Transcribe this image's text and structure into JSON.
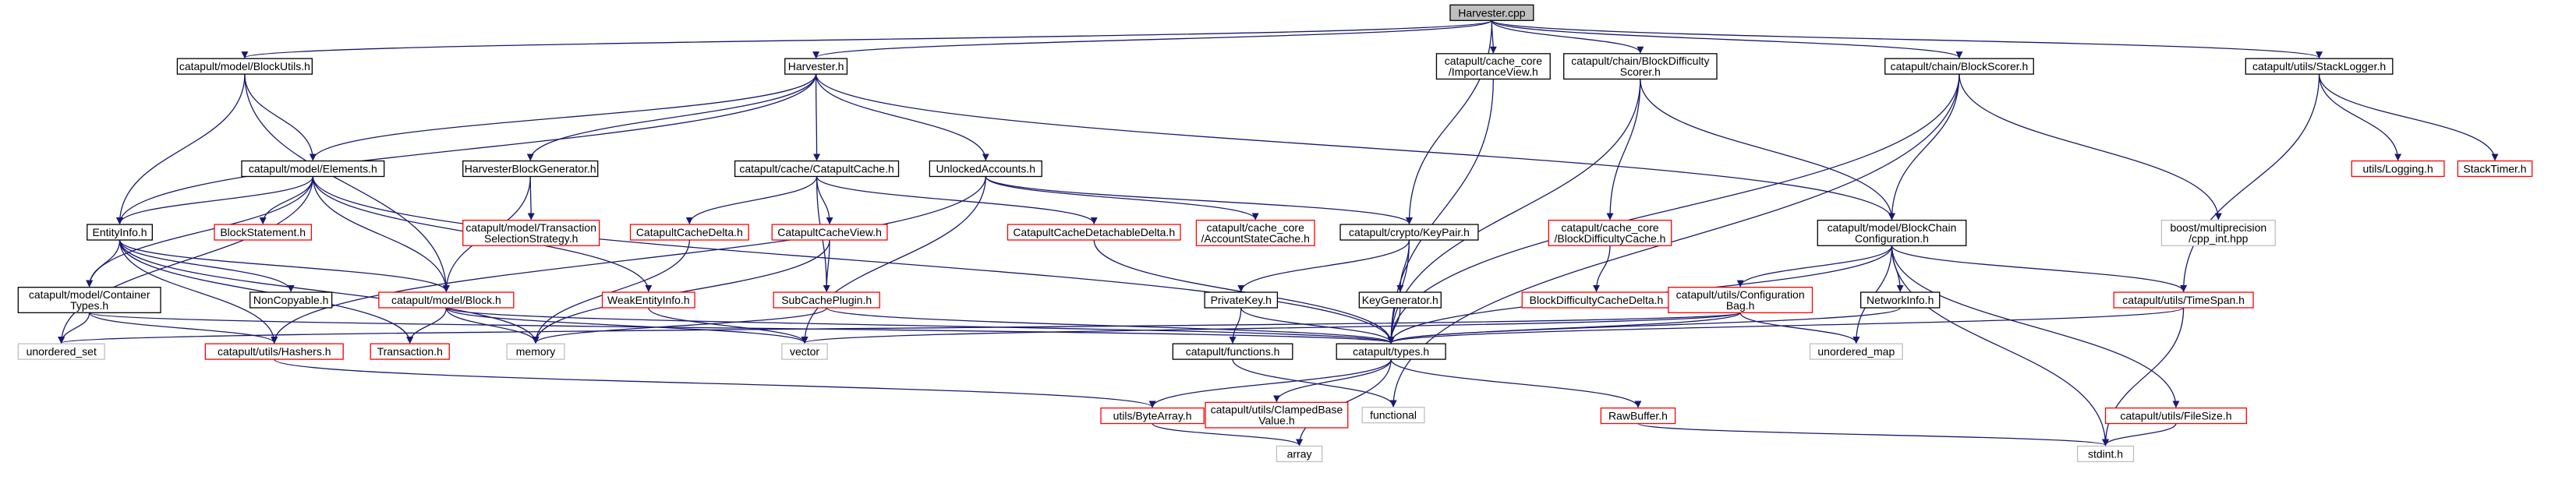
{
  "diagram": {
    "colors": {
      "edge": "#191970",
      "border_default": "#000000",
      "border_missing": "#bfbfbf",
      "border_link": "#ff0000",
      "root_fill": "#bfbfbf",
      "fill": "#ffffff"
    },
    "nodes": [
      {
        "id": "harvester_cpp",
        "kind": "root",
        "lines": [
          "Harvester.cpp"
        ]
      },
      {
        "id": "block_utils",
        "kind": "default",
        "lines": [
          "catapult/model/BlockUtils.h"
        ]
      },
      {
        "id": "harvester_h",
        "kind": "default",
        "lines": [
          "Harvester.h"
        ]
      },
      {
        "id": "importance_view",
        "kind": "default",
        "lines": [
          "catapult/cache_core",
          "/ImportanceView.h"
        ]
      },
      {
        "id": "block_difficulty_scorer",
        "kind": "default",
        "lines": [
          "catapult/chain/BlockDifficulty",
          "Scorer.h"
        ]
      },
      {
        "id": "block_scorer",
        "kind": "default",
        "lines": [
          "catapult/chain/BlockScorer.h"
        ]
      },
      {
        "id": "stack_logger",
        "kind": "default",
        "lines": [
          "catapult/utils/StackLogger.h"
        ]
      },
      {
        "id": "elements",
        "kind": "default",
        "lines": [
          "catapult/model/Elements.h"
        ]
      },
      {
        "id": "harvester_block_generator",
        "kind": "default",
        "lines": [
          "HarvesterBlockGenerator.h"
        ]
      },
      {
        "id": "catapult_cache",
        "kind": "default",
        "lines": [
          "catapult/cache/CatapultCache.h"
        ]
      },
      {
        "id": "unlocked_accounts",
        "kind": "default",
        "lines": [
          "UnlockedAccounts.h"
        ]
      },
      {
        "id": "logging",
        "kind": "link",
        "lines": [
          "utils/Logging.h"
        ]
      },
      {
        "id": "stack_timer",
        "kind": "link",
        "lines": [
          "StackTimer.h"
        ]
      },
      {
        "id": "entity_info",
        "kind": "default",
        "lines": [
          "EntityInfo.h"
        ]
      },
      {
        "id": "block_statement",
        "kind": "link",
        "lines": [
          "BlockStatement.h"
        ]
      },
      {
        "id": "transaction_selection_strategy",
        "kind": "link",
        "lines": [
          "catapult/model/Transaction",
          "SelectionStrategy.h"
        ]
      },
      {
        "id": "catapult_cache_delta",
        "kind": "link",
        "lines": [
          "CatapultCacheDelta.h"
        ]
      },
      {
        "id": "catapult_cache_view",
        "kind": "link",
        "lines": [
          "CatapultCacheView.h"
        ]
      },
      {
        "id": "catapult_cache_detachable_delta",
        "kind": "link",
        "lines": [
          "CatapultCacheDetachableDelta.h"
        ]
      },
      {
        "id": "account_state_cache",
        "kind": "link",
        "lines": [
          "catapult/cache_core",
          "/AccountStateCache.h"
        ]
      },
      {
        "id": "key_pair",
        "kind": "default",
        "lines": [
          "catapult/crypto/KeyPair.h"
        ]
      },
      {
        "id": "block_difficulty_cache",
        "kind": "link",
        "lines": [
          "catapult/cache_core",
          "/BlockDifficultyCache.h"
        ]
      },
      {
        "id": "block_chain_configuration",
        "kind": "default",
        "lines": [
          "catapult/model/BlockChain",
          "Configuration.h"
        ]
      },
      {
        "id": "multiprecision",
        "kind": "missing",
        "lines": [
          "boost/multiprecision",
          "/cpp_int.hpp"
        ]
      },
      {
        "id": "container_types",
        "kind": "default",
        "lines": [
          "catapult/model/Container",
          "Types.h"
        ]
      },
      {
        "id": "non_copyable",
        "kind": "default",
        "lines": [
          "NonCopyable.h"
        ]
      },
      {
        "id": "block_h",
        "kind": "link",
        "lines": [
          "catapult/model/Block.h"
        ]
      },
      {
        "id": "weak_entity_info",
        "kind": "link",
        "lines": [
          "WeakEntityInfo.h"
        ]
      },
      {
        "id": "sub_cache_plugin",
        "kind": "link",
        "lines": [
          "SubCachePlugin.h"
        ]
      },
      {
        "id": "private_key",
        "kind": "default",
        "lines": [
          "PrivateKey.h"
        ]
      },
      {
        "id": "key_generator",
        "kind": "default",
        "lines": [
          "KeyGenerator.h"
        ]
      },
      {
        "id": "block_difficulty_cache_delta",
        "kind": "link",
        "lines": [
          "BlockDifficultyCacheDelta.h"
        ]
      },
      {
        "id": "configuration_bag",
        "kind": "link",
        "lines": [
          "catapult/utils/Configuration",
          "Bag.h"
        ]
      },
      {
        "id": "network_info",
        "kind": "default",
        "lines": [
          "NetworkInfo.h"
        ]
      },
      {
        "id": "time_span",
        "kind": "link",
        "lines": [
          "catapult/utils/TimeSpan.h"
        ]
      },
      {
        "id": "unordered_set",
        "kind": "missing",
        "lines": [
          "unordered_set"
        ]
      },
      {
        "id": "hashers",
        "kind": "link",
        "lines": [
          "catapult/utils/Hashers.h"
        ]
      },
      {
        "id": "transaction_h",
        "kind": "link",
        "lines": [
          "Transaction.h"
        ]
      },
      {
        "id": "memory",
        "kind": "missing",
        "lines": [
          "memory"
        ]
      },
      {
        "id": "vector",
        "kind": "missing",
        "lines": [
          "vector"
        ]
      },
      {
        "id": "functions",
        "kind": "default",
        "lines": [
          "catapult/functions.h"
        ]
      },
      {
        "id": "types",
        "kind": "default",
        "lines": [
          "catapult/types.h"
        ]
      },
      {
        "id": "unordered_map",
        "kind": "missing",
        "lines": [
          "unordered_map"
        ]
      },
      {
        "id": "byte_array",
        "kind": "link",
        "lines": [
          "utils/ByteArray.h"
        ]
      },
      {
        "id": "clamped_base_value",
        "kind": "link",
        "lines": [
          "catapult/utils/ClampedBase",
          "Value.h"
        ]
      },
      {
        "id": "functional",
        "kind": "missing",
        "lines": [
          "functional"
        ]
      },
      {
        "id": "raw_buffer",
        "kind": "link",
        "lines": [
          "RawBuffer.h"
        ]
      },
      {
        "id": "file_size",
        "kind": "link",
        "lines": [
          "catapult/utils/FileSize.h"
        ]
      },
      {
        "id": "array",
        "kind": "missing",
        "lines": [
          "array"
        ]
      },
      {
        "id": "stdint",
        "kind": "missing",
        "lines": [
          "stdint.h"
        ]
      }
    ],
    "edges": [
      [
        "harvester_cpp",
        "block_utils"
      ],
      [
        "harvester_cpp",
        "harvester_h"
      ],
      [
        "harvester_cpp",
        "importance_view"
      ],
      [
        "harvester_cpp",
        "block_difficulty_scorer"
      ],
      [
        "harvester_cpp",
        "block_scorer"
      ],
      [
        "harvester_cpp",
        "stack_logger"
      ],
      [
        "harvester_cpp",
        "key_pair"
      ],
      [
        "block_utils",
        "elements"
      ],
      [
        "block_utils",
        "entity_info"
      ],
      [
        "block_utils",
        "block_h"
      ],
      [
        "harvester_h",
        "elements"
      ],
      [
        "harvester_h",
        "harvester_block_generator"
      ],
      [
        "harvester_h",
        "catapult_cache"
      ],
      [
        "harvester_h",
        "unlocked_accounts"
      ],
      [
        "harvester_h",
        "entity_info"
      ],
      [
        "harvester_h",
        "block_chain_configuration"
      ],
      [
        "importance_view",
        "types"
      ],
      [
        "block_difficulty_scorer",
        "block_difficulty_cache"
      ],
      [
        "block_difficulty_scorer",
        "block_chain_configuration"
      ],
      [
        "block_difficulty_scorer",
        "types"
      ],
      [
        "block_scorer",
        "block_chain_configuration"
      ],
      [
        "block_scorer",
        "multiprecision"
      ],
      [
        "block_scorer",
        "types"
      ],
      [
        "block_scorer",
        "functional"
      ],
      [
        "stack_logger",
        "logging"
      ],
      [
        "stack_logger",
        "stack_timer"
      ],
      [
        "stack_logger",
        "time_span"
      ],
      [
        "elements",
        "entity_info"
      ],
      [
        "elements",
        "block_statement"
      ],
      [
        "elements",
        "block_h"
      ],
      [
        "elements",
        "container_types"
      ],
      [
        "elements",
        "weak_entity_info"
      ],
      [
        "elements",
        "unordered_set"
      ],
      [
        "elements",
        "types"
      ],
      [
        "harvester_block_generator",
        "transaction_selection_strategy"
      ],
      [
        "harvester_block_generator",
        "block_h"
      ],
      [
        "catapult_cache",
        "catapult_cache_delta"
      ],
      [
        "catapult_cache",
        "catapult_cache_view"
      ],
      [
        "catapult_cache",
        "catapult_cache_detachable_delta"
      ],
      [
        "catapult_cache",
        "sub_cache_plugin"
      ],
      [
        "unlocked_accounts",
        "account_state_cache"
      ],
      [
        "unlocked_accounts",
        "key_pair"
      ],
      [
        "unlocked_accounts",
        "vector"
      ],
      [
        "unlocked_accounts",
        "hashers"
      ],
      [
        "entity_info",
        "container_types"
      ],
      [
        "entity_info",
        "non_copyable"
      ],
      [
        "entity_info",
        "block_h"
      ],
      [
        "entity_info",
        "hashers"
      ],
      [
        "entity_info",
        "transaction_h"
      ],
      [
        "entity_info",
        "memory"
      ],
      [
        "catapult_cache_delta",
        "memory"
      ],
      [
        "catapult_cache_view",
        "sub_cache_plugin"
      ],
      [
        "catapult_cache_view",
        "memory"
      ],
      [
        "catapult_cache_detachable_delta",
        "types"
      ],
      [
        "key_pair",
        "private_key"
      ],
      [
        "key_pair",
        "key_generator"
      ],
      [
        "key_pair",
        "types"
      ],
      [
        "block_difficulty_cache",
        "block_difficulty_cache_delta"
      ],
      [
        "block_chain_configuration",
        "configuration_bag"
      ],
      [
        "block_chain_configuration",
        "network_info"
      ],
      [
        "block_chain_configuration",
        "time_span"
      ],
      [
        "block_chain_configuration",
        "types"
      ],
      [
        "block_chain_configuration",
        "unordered_map"
      ],
      [
        "block_chain_configuration",
        "file_size"
      ],
      [
        "block_chain_configuration",
        "stdint"
      ],
      [
        "container_types",
        "unordered_set"
      ],
      [
        "container_types",
        "hashers"
      ],
      [
        "container_types",
        "types"
      ],
      [
        "block_h",
        "transaction_h"
      ],
      [
        "block_h",
        "memory"
      ],
      [
        "block_h",
        "vector"
      ],
      [
        "block_h",
        "types"
      ],
      [
        "weak_entity_info",
        "vector"
      ],
      [
        "sub_cache_plugin",
        "memory"
      ],
      [
        "sub_cache_plugin",
        "types"
      ],
      [
        "private_key",
        "functions"
      ],
      [
        "private_key",
        "types"
      ],
      [
        "key_generator",
        "types"
      ],
      [
        "configuration_bag",
        "unordered_set"
      ],
      [
        "configuration_bag",
        "unordered_map"
      ],
      [
        "configuration_bag",
        "vector"
      ],
      [
        "configuration_bag",
        "types"
      ],
      [
        "network_info",
        "types"
      ],
      [
        "time_span",
        "types"
      ],
      [
        "time_span",
        "stdint"
      ],
      [
        "hashers",
        "byte_array"
      ],
      [
        "functions",
        "functional"
      ],
      [
        "types",
        "byte_array"
      ],
      [
        "types",
        "clamped_base_value"
      ],
      [
        "types",
        "raw_buffer"
      ],
      [
        "types",
        "array"
      ],
      [
        "byte_array",
        "array"
      ],
      [
        "raw_buffer",
        "stdint"
      ],
      [
        "file_size",
        "stdint"
      ]
    ]
  }
}
